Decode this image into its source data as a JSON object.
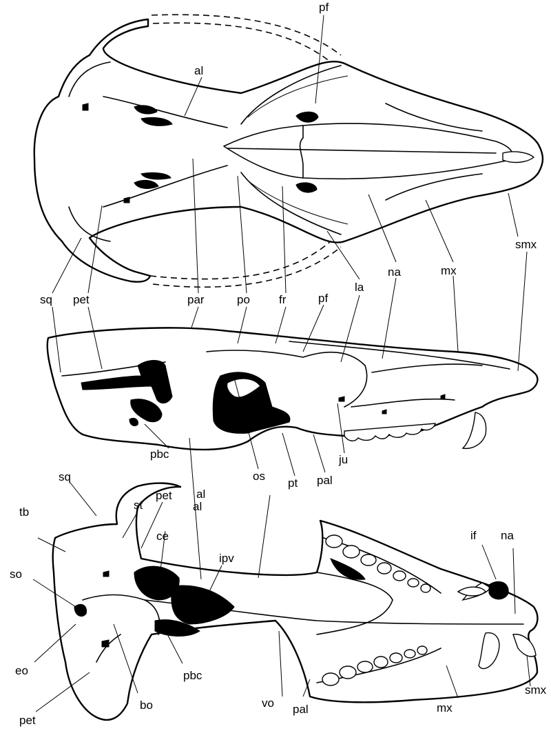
{
  "figure": {
    "dorsal_view": {
      "labels": [
        "pf",
        "al",
        "smx",
        "mx",
        "na",
        "la",
        "fr",
        "po",
        "par",
        "pet",
        "sq"
      ]
    },
    "lateral_view": {
      "labels": [
        "pf",
        "pbc",
        "al",
        "os",
        "pt",
        "pal",
        "ju"
      ]
    },
    "ventral_view": {
      "labels": [
        "sq",
        "st",
        "pet",
        "al",
        "tb",
        "ce",
        "ipv",
        "if",
        "na",
        "so",
        "eo",
        "pet",
        "bo",
        "pbc",
        "vo",
        "pal",
        "mx",
        "smx"
      ]
    }
  }
}
